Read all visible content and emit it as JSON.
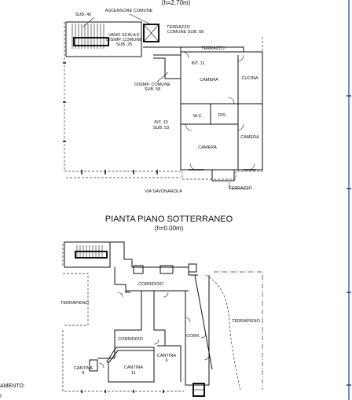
{
  "header_upper": "(h=2.70m)",
  "section_title": "PIANTA PIANO SOTTERRANEO",
  "section_height": "(h=0.00m)",
  "legend_fragment": "AMENTO:",
  "legend_fragment_2": "I",
  "upper_plan": {
    "sub40": "SUB. 40",
    "ascensore": "ASCENSORE COMUNE",
    "terrazzo_comune_1": "TERRAZZO",
    "terrazzo_comune_2": "COMUNE SUB. 58",
    "vano_scala_1": "VANO SCALA E",
    "vano_scala_2": "DISIMP. COMUNE",
    "vano_scala_3": "SUB. 25",
    "terrazzo_top": "TERRAZZO",
    "int11": "INT. 11",
    "camera_1": "CAMERA",
    "cucina": "CUCINA",
    "disimp_1": "DISIMP. COMUNE",
    "disimp_2": "SUB. 58",
    "wc": "W.C.",
    "dis": "DIS.",
    "int10": "INT. 10",
    "sub53": "SUB. 53",
    "camera_2": "CAMERA",
    "camera_3": "CAMERA",
    "via": "VIA SAVONAROLA",
    "terrazzo_bottom": "TERRAZZO"
  },
  "lower_plan": {
    "terrapieno_left": "TERRAPIENO",
    "corridoio_top": "CORRIDOIO",
    "terrapieno_right": "TERRAPIENO",
    "corridoio_mid": "CORRIDOIO",
    "corr": "CORR.",
    "cantina8_1": "CANTINA",
    "cantina8_2": "8",
    "cantina11_1": "CANTINA",
    "cantina11_2": "11",
    "cantina6_1": "CANTINA",
    "cantina6_2": "6"
  }
}
